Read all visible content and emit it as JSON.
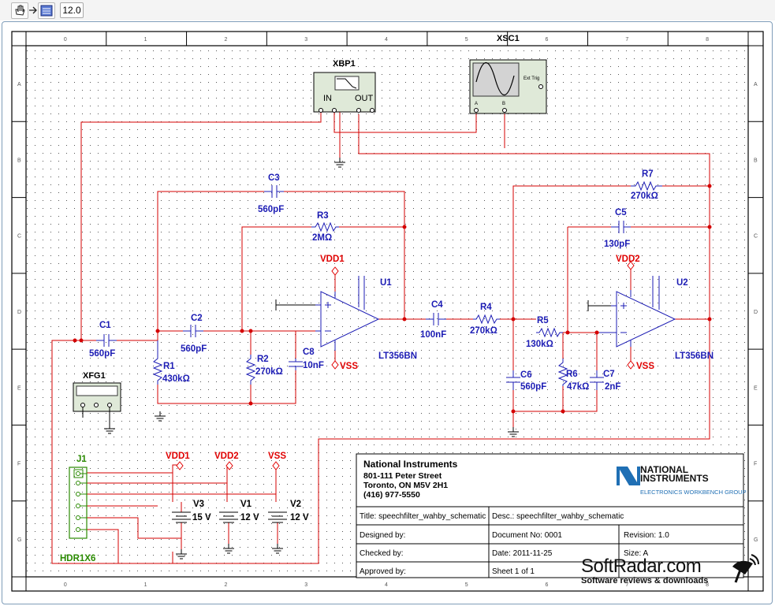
{
  "toolbar": {
    "zoom": "12.0",
    "hand_tool": "hand-tool-icon",
    "arrow_tool": "arrow-icon",
    "grid_tool": "schematic-icon"
  },
  "colors": {
    "wire": "#d40000",
    "component": "#1c1cb4",
    "power": "#e00000",
    "connector": "#2a8a00",
    "border": "#000000"
  },
  "ruler": {
    "columns": [
      "0",
      "1",
      "2",
      "3",
      "4",
      "5",
      "6",
      "7",
      "8"
    ],
    "rows": [
      "A",
      "B",
      "C",
      "D",
      "E",
      "F",
      "G"
    ]
  },
  "instruments": {
    "xbp1": {
      "name": "XBP1",
      "in_label": "IN",
      "out_label": "OUT"
    },
    "xsc1": {
      "name": "XSC1",
      "ext_trig": "Ext Trig",
      "ch_a": "A",
      "ch_b": "B"
    },
    "xfg1": {
      "name": "XFG1"
    }
  },
  "components": {
    "c1": {
      "name": "C1",
      "value": "560pF"
    },
    "c2": {
      "name": "C2",
      "value": "560pF"
    },
    "c3": {
      "name": "C3",
      "value": "560pF"
    },
    "r3": {
      "name": "R3",
      "value": "2MΩ"
    },
    "r1": {
      "name": "R1",
      "value": "430kΩ"
    },
    "r2": {
      "name": "R2",
      "value": "270kΩ"
    },
    "c8": {
      "name": "C8",
      "value": "10nF"
    },
    "u1": {
      "name": "U1",
      "part": "LT356BN",
      "vdd": "VDD1",
      "vss": "VSS"
    },
    "c4": {
      "name": "C4",
      "value": "100nF"
    },
    "r4": {
      "name": "R4",
      "value": "270kΩ"
    },
    "r5": {
      "name": "R5",
      "value": "130kΩ"
    },
    "r7": {
      "name": "R7",
      "value": "270kΩ"
    },
    "c5": {
      "name": "C5",
      "value": "130pF"
    },
    "c6": {
      "name": "C6",
      "value": "560pF"
    },
    "r6": {
      "name": "R6",
      "value": "47kΩ"
    },
    "c7": {
      "name": "C7",
      "value": "2nF"
    },
    "u2": {
      "name": "U2",
      "part": "LT356BN",
      "vdd": "VDD2",
      "vss": "VSS"
    },
    "j1": {
      "name": "J1",
      "part": "HDR1X6"
    },
    "v3": {
      "name": "V3",
      "value": "15 V",
      "rail": "VDD1"
    },
    "v1": {
      "name": "V1",
      "value": "12 V",
      "rail": "VDD2"
    },
    "v2": {
      "name": "V2",
      "value": "12 V",
      "rail": "VSS"
    }
  },
  "title_block": {
    "company": "National Instruments",
    "address1": "801-111 Peter Street",
    "address2": "Toronto, ON M5V 2H1",
    "phone": "(416) 977-5550",
    "logo_line1": "NATIONAL",
    "logo_line2": "INSTRUMENTS",
    "logo_tagline": "ELECTRONICS WORKBENCH GROUP",
    "title": "Title:    speechfilter_wahby_schematic",
    "desc": "Desc.:    speechfilter_wahby_schematic",
    "designed_by": "Designed by:",
    "document_no": "Document No:  0001",
    "revision": "Revision:  1.0",
    "checked_by": "Checked by:",
    "date": "Date:   2011-11-25",
    "size": "Size:     A",
    "approved_by": "Approved by:",
    "sheet": "Sheet    1    of    1"
  },
  "watermark": {
    "main": "SoftRadar.com",
    "sub": "Software reviews & downloads"
  }
}
